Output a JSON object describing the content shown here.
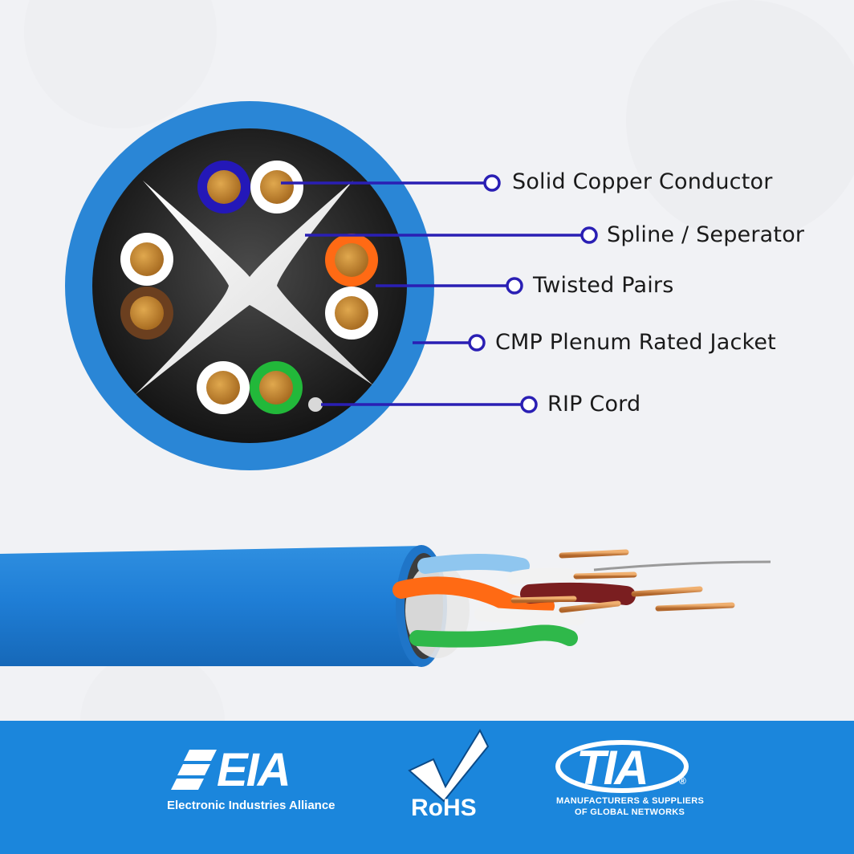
{
  "callouts": [
    {
      "label": "Solid Copper Conductor"
    },
    {
      "label": "Spline / Seperator"
    },
    {
      "label": "Twisted Pairs"
    },
    {
      "label": "CMP Plenum Rated Jacket"
    },
    {
      "label": "RIP Cord"
    }
  ],
  "logos": {
    "eia": {
      "mark": "EIA",
      "caption": "Electronic Industries Alliance"
    },
    "rohs": {
      "caption": "RoHS"
    },
    "tia": {
      "mark": "TIA",
      "registered": "®",
      "caption_line1": "MANUFACTURERS & SUPPLIERS",
      "caption_line2": "OF GLOBAL NETWORKS"
    }
  },
  "colors": {
    "jacket_blue": "#2a86d6",
    "callout_line": "#2a1fb4",
    "band_blue": "#1b86dc",
    "pair_blue": "#2418b8",
    "pair_orange": "#ff6a14",
    "pair_green": "#22b83a",
    "pair_brown": "#6b3f1f",
    "copper": "#c98a3a"
  }
}
